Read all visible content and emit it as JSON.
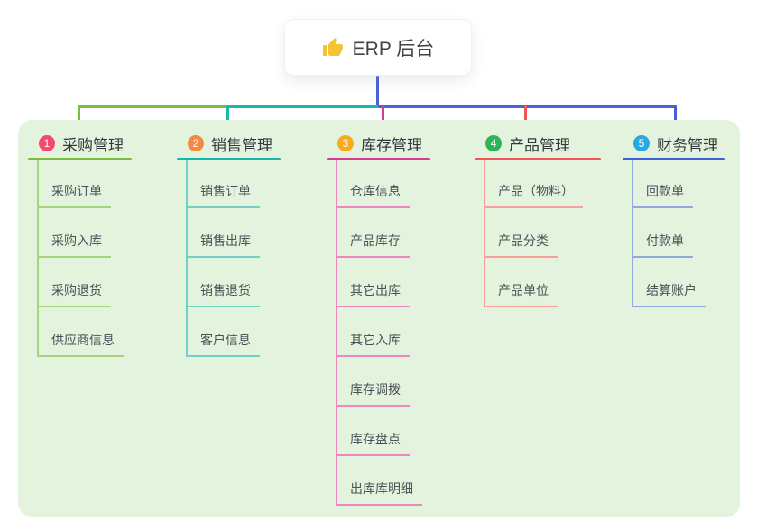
{
  "root": {
    "title": "ERP 后台",
    "icon": "thumbs-up",
    "stem_color": "#4a62d8",
    "icon_color": "#f6c335"
  },
  "panel": {
    "background": "#e4f3de"
  },
  "branches": [
    {
      "index": "1",
      "label": "采购管理",
      "badge_color": "#f4486d",
      "line_color": "#7cbc3f",
      "child_line_color": "#a6d37e",
      "children": [
        "采购订单",
        "采购入库",
        "采购退货",
        "供应商信息"
      ]
    },
    {
      "index": "2",
      "label": "销售管理",
      "badge_color": "#f7883f",
      "line_color": "#17b8ab",
      "child_line_color": "#72cfc5",
      "children": [
        "销售订单",
        "销售出库",
        "销售退货",
        "客户信息"
      ]
    },
    {
      "index": "3",
      "label": "库存管理",
      "badge_color": "#f9ab1c",
      "line_color": "#d63a92",
      "child_line_color": "#ef87c2",
      "children": [
        "仓库信息",
        "产品库存",
        "其它出库",
        "其它入库",
        "库存调拨",
        "库存盘点",
        "出库库明细"
      ]
    },
    {
      "index": "4",
      "label": "产品管理",
      "badge_color": "#2eb457",
      "line_color": "#f25458",
      "child_line_color": "#f7a09b",
      "children": [
        "产品（物料）",
        "产品分类",
        "产品单位"
      ]
    },
    {
      "index": "5",
      "label": "财务管理",
      "badge_color": "#27a9e3",
      "line_color": "#4161d2",
      "child_line_color": "#93a7e0",
      "children": [
        "回款单",
        "付款单",
        "结算账户"
      ]
    }
  ]
}
